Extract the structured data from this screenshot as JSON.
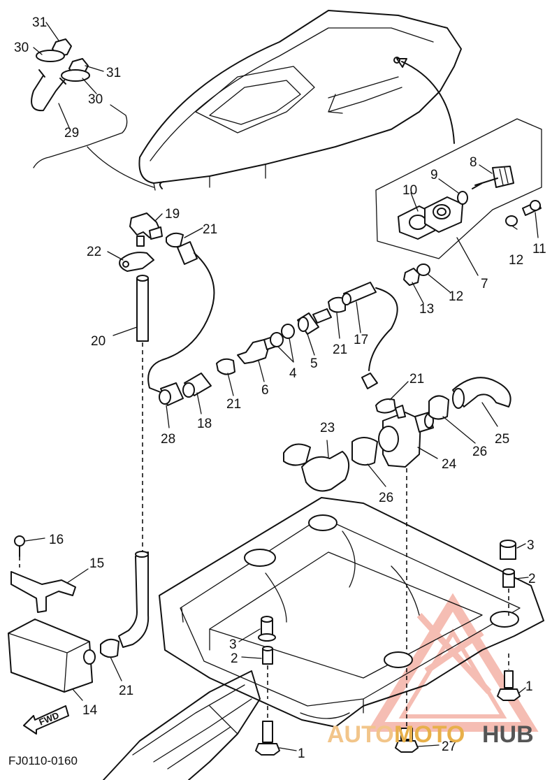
{
  "diagram_code": "FJ0110-0160",
  "fwd_label": "FWD",
  "watermark": {
    "part1": "AUTO",
    "part2": "MOTO",
    "part3": "HUB",
    "color_light": "#f2a79a",
    "color_mid": "#e8b04a",
    "color_dark": "#555555"
  },
  "callouts": {
    "c31a": "31",
    "c30a": "30",
    "c31b": "31",
    "c30b": "30",
    "c29": "29",
    "c8": "8",
    "c9": "9",
    "c10": "10",
    "c11": "11",
    "c12a": "12",
    "c7": "7",
    "c12b": "12",
    "c13": "13",
    "c19": "19",
    "c21a": "21",
    "c22": "22",
    "c20": "20",
    "c4": "4",
    "c5": "5",
    "c21b": "21",
    "c17": "17",
    "c6": "6",
    "c21c": "21",
    "c18": "18",
    "c28": "28",
    "c21d": "21",
    "c25": "25",
    "c26a": "26",
    "c24": "24",
    "c23": "23",
    "c26b": "26",
    "c16": "16",
    "c15": "15",
    "c14": "14",
    "c21e": "21",
    "c3a": "3",
    "c2a": "2",
    "c3b": "3",
    "c2b": "2",
    "c1a": "1",
    "c1b": "1",
    "c27": "27"
  }
}
